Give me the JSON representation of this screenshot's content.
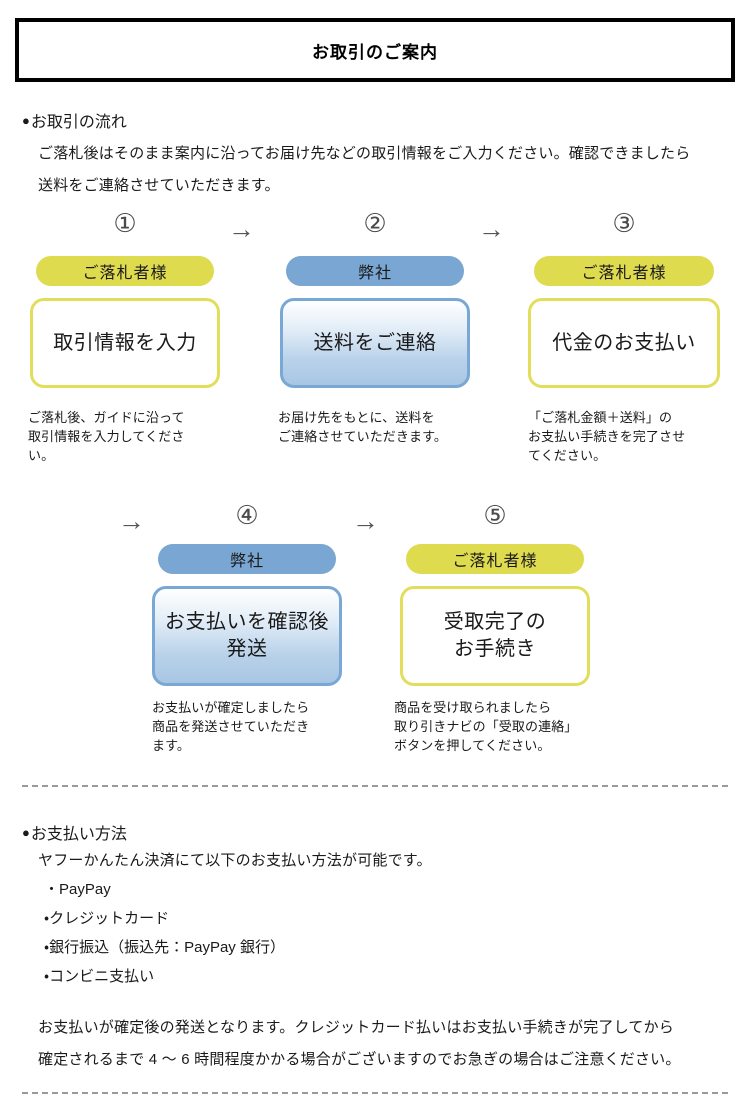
{
  "title": "お取引のご案内",
  "flow_section": {
    "heading": "お取引の流れ",
    "intro_line1": "ご落札後はそのまま案内に沿ってお届け先などの取引情報をご入力ください。確認できましたら",
    "intro_line2": "送料をご連絡させていただきます。",
    "arrow_glyph": "→",
    "steps": [
      {
        "number": "①",
        "role": "ご落札者様",
        "action": "取引情報を入力",
        "color": "yellow",
        "caption_lines": [
          "ご落札後、ガイドに沿って",
          "取引情報を入力してくださ",
          "い。"
        ]
      },
      {
        "number": "②",
        "role": "弊社",
        "action": "送料をご連絡",
        "color": "blue",
        "caption_lines": [
          "お届け先をもとに、送料を",
          "ご連絡させていただきます。"
        ]
      },
      {
        "number": "③",
        "role": "ご落札者様",
        "action": "代金のお支払い",
        "color": "yellow",
        "caption_lines": [
          "「ご落札金額＋送料」の",
          "お支払い手続きを完了させ",
          "てください。"
        ]
      },
      {
        "number": "④",
        "role": "弊社",
        "action": "お支払いを確認後 発送",
        "action_line1": "お支払いを確認後",
        "action_line2": "発送",
        "color": "blue",
        "caption_lines": [
          "お支払いが確定しましたら",
          "商品を発送させていただき",
          "ます。"
        ]
      },
      {
        "number": "⑤",
        "role": "ご落札者様",
        "action": "受取完了の お手続き",
        "action_line1": "受取完了の",
        "action_line2": "お手続き",
        "color": "yellow",
        "caption_lines": [
          "商品を受け取られましたら",
          "取り引きナビの「受取の連絡」",
          "ボタンを押してください。"
        ]
      }
    ]
  },
  "payment_section": {
    "heading": "お支払い方法",
    "intro": "ヤフーかんたん決済にて以下のお支払い方法が可能です。",
    "methods": [
      "・PayPay",
      "・クレジットカード",
      "・銀行振込（振込先：PayPay 銀行）",
      "・コンビニ支払い"
    ],
    "note_line1": "お支払いが確定後の発送となります。クレジットカード払いはお支払い手続きが完了してから",
    "note_line2": "確定されるまで 4 〜 6 時間程度かかる場合がございますのでお急ぎの場合はご注意ください。"
  },
  "colors": {
    "yellow_pill": "#dfdb4f",
    "blue_pill": "#79a6d2",
    "yellow_border": "#e2de5c",
    "blue_border": "#7aa8d4",
    "divider": "#9a9a9a"
  }
}
